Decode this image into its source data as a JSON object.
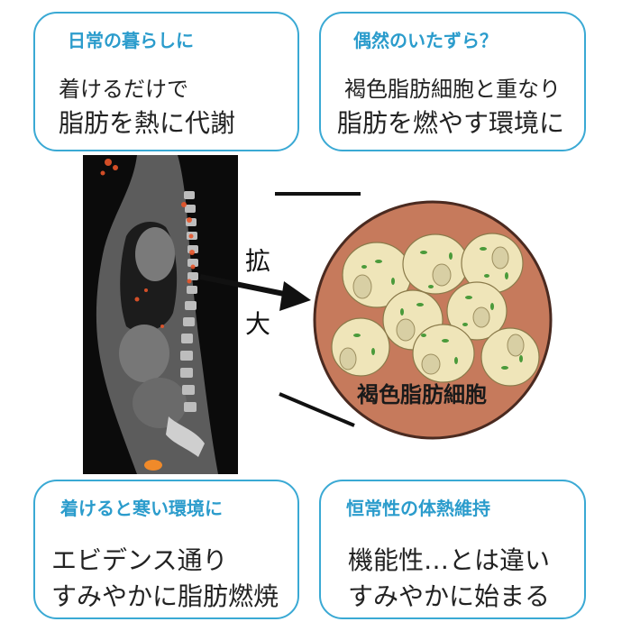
{
  "cards": {
    "top_left": {
      "heading": "日常の暮らしに",
      "line1": "着けるだけで",
      "line2": "脂肪を熱に代謝"
    },
    "top_right": {
      "heading": "偶然のいたずら？",
      "line1": "褐色脂肪細胞と重なり",
      "line2": "脂肪を燃やす環境に"
    },
    "bottom_left": {
      "heading": "着けると寒い環境に",
      "line1": "エビデンス通り",
      "line2": "すみやかに脂肪燃焼"
    },
    "bottom_right": {
      "heading": "恒常性の体熱維持",
      "line1": "機能性…とは違い",
      "line2": "すみやかに始まる"
    }
  },
  "diagram": {
    "zoom_label_1": "拡",
    "zoom_label_2": "大",
    "cell_label": "褐色脂肪細胞"
  },
  "colors": {
    "card_border": "#3aa9d4",
    "heading_text": "#2b9ccc",
    "tissue_background": "#c67a5c",
    "cell_fill": "#efe5b9"
  }
}
